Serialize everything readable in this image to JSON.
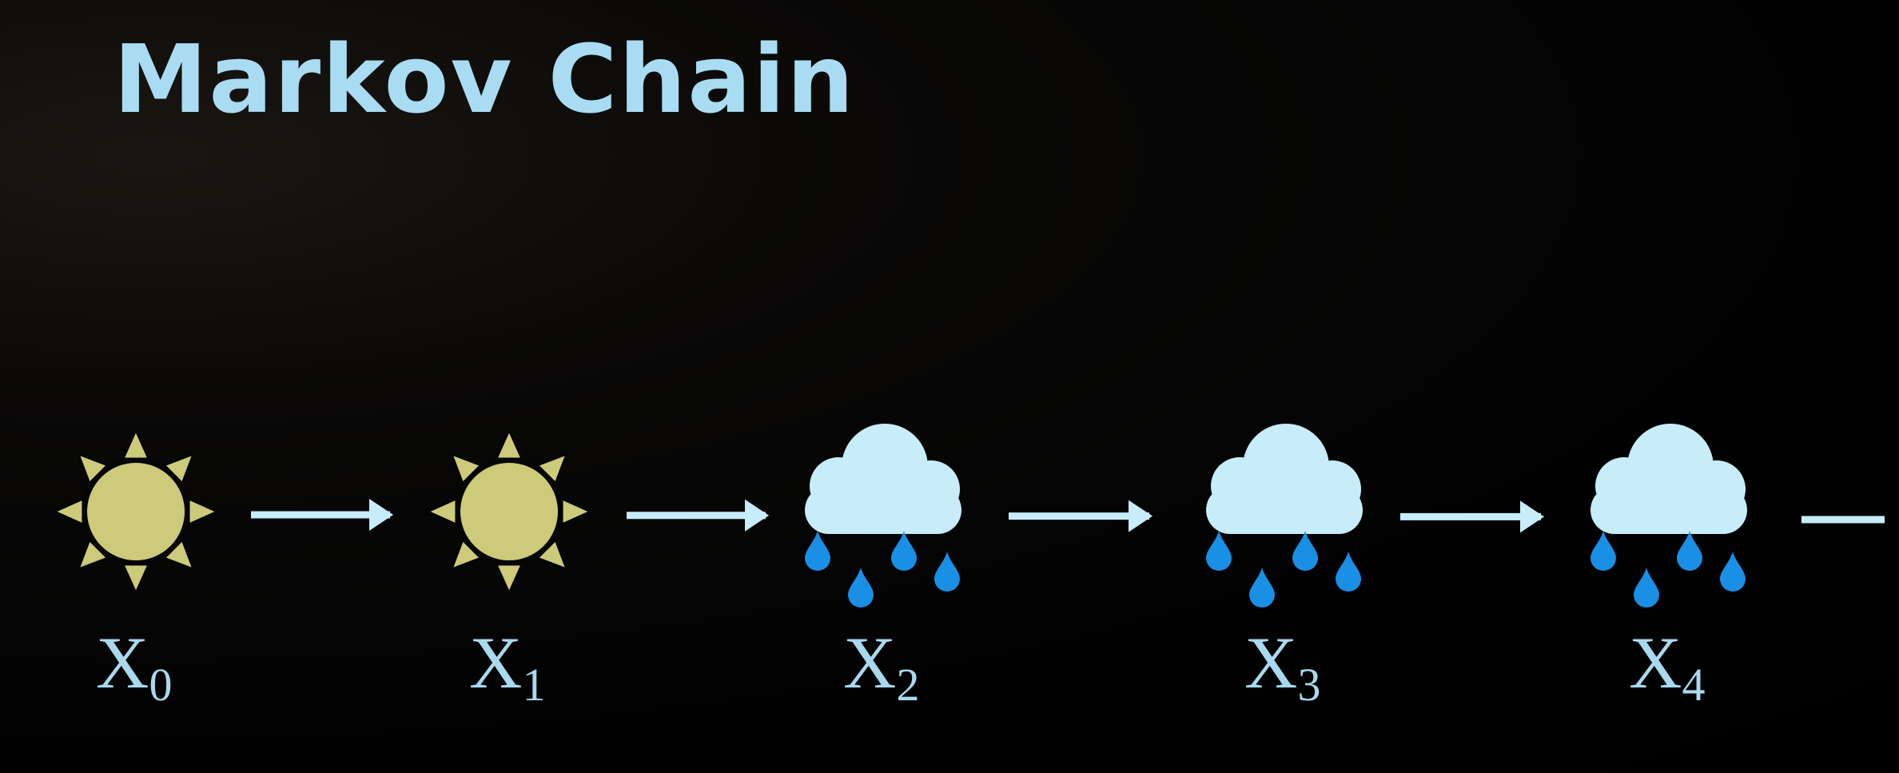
{
  "title": "Markov Chain",
  "colors": {
    "title": "#a9dcf2",
    "sun_fill": "#cdca7a",
    "sun_outline": "#050505",
    "cloud": "#c7ecfa",
    "raindrop": "#1a8fe6",
    "arrow": "#c7ecfa",
    "label": "#a9d9ee"
  },
  "states": [
    {
      "variable": "X",
      "subscript": "0",
      "icon": "sun-icon"
    },
    {
      "variable": "X",
      "subscript": "1",
      "icon": "sun-icon"
    },
    {
      "variable": "X",
      "subscript": "2",
      "icon": "rain-cloud-icon"
    },
    {
      "variable": "X",
      "subscript": "3",
      "icon": "rain-cloud-icon"
    },
    {
      "variable": "X",
      "subscript": "4",
      "icon": "rain-cloud-icon"
    }
  ],
  "trailing_connector": true
}
